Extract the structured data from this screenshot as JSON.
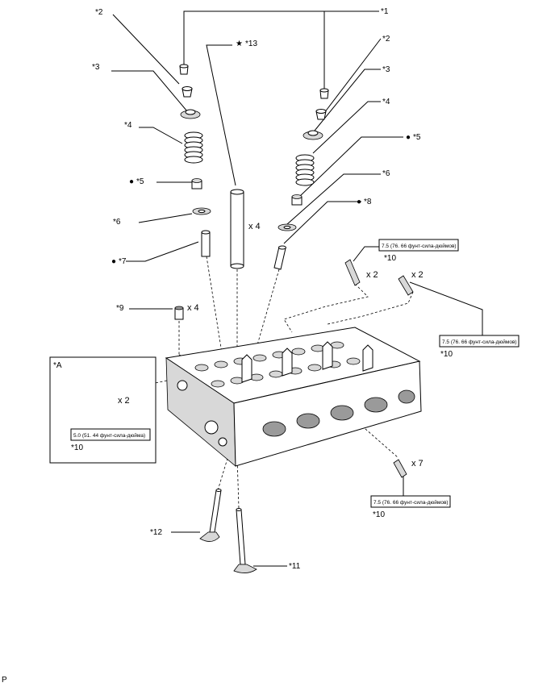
{
  "callouts": {
    "c1": "*1",
    "c2_left": "*2",
    "c2_right": "*2",
    "c3_left": "*3",
    "c3_right": "*3",
    "c4_left": "*4",
    "c4_right": "*4",
    "c5_left": "*5",
    "c5_right": "*5",
    "c6_left": "*6",
    "c6_right": "*6",
    "c7": "*7",
    "c8": "*8",
    "c9": "*9",
    "c10_a": "*10",
    "c10_b": "*10",
    "c10_c": "*10",
    "c10_d": "*10",
    "c11": "*11",
    "c12": "*12",
    "c13": "*13"
  },
  "symbols": {
    "star": "★",
    "dot": "●"
  },
  "multipliers": {
    "guide_x4": "x 4",
    "plug_x4": "x 4",
    "stud_x2_a": "x 2",
    "stud_x2_b": "x 2",
    "stud_x2_inset": "x 2",
    "stud_x7": "x 7"
  },
  "torque_specs": {
    "spec_a": "7.5 (76. 66 фунт-сила-дюймов)",
    "spec_b": "7.5 (76. 66 фунт-сила-дюймов)",
    "spec_c": "7.5 (76. 66 фунт-сила-дюймов)",
    "spec_inset": "5.0 (51. 44 фунт-сила-дюйма)"
  },
  "inset": {
    "label": "*A"
  },
  "footer": {
    "page_code": "P"
  }
}
